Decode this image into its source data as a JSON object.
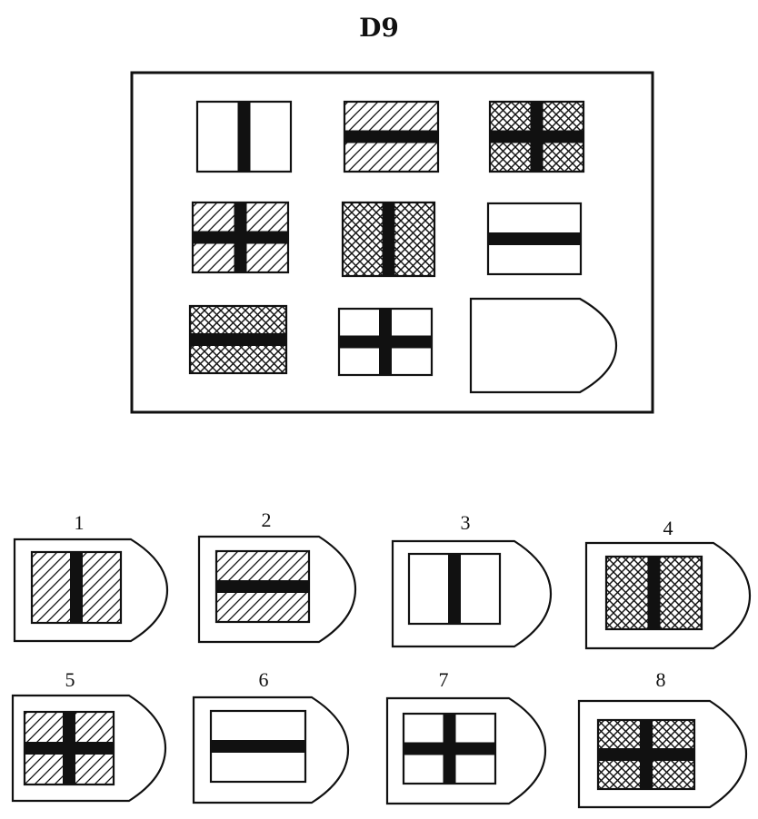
{
  "title": "D9",
  "matrix": {
    "cells": [
      {
        "pattern": "blank",
        "bar": "vertical"
      },
      {
        "pattern": "diagonal-hatch",
        "bar": "horizontal"
      },
      {
        "pattern": "crosshatch",
        "bar": "cross"
      },
      {
        "pattern": "diagonal-hatch",
        "bar": "cross"
      },
      {
        "pattern": "crosshatch",
        "bar": "vertical"
      },
      {
        "pattern": "blank",
        "bar": "horizontal"
      },
      {
        "pattern": "crosshatch",
        "bar": "horizontal"
      },
      {
        "pattern": "blank",
        "bar": "cross"
      },
      {
        "pattern": "empty-slot",
        "bar": "none"
      }
    ]
  },
  "options": [
    {
      "label": "1",
      "pattern": "diagonal-hatch",
      "bar": "vertical"
    },
    {
      "label": "2",
      "pattern": "diagonal-hatch",
      "bar": "horizontal"
    },
    {
      "label": "3",
      "pattern": "blank",
      "bar": "vertical"
    },
    {
      "label": "4",
      "pattern": "crosshatch",
      "bar": "vertical"
    },
    {
      "label": "5",
      "pattern": "diagonal-hatch",
      "bar": "cross"
    },
    {
      "label": "6",
      "pattern": "blank",
      "bar": "horizontal"
    },
    {
      "label": "7",
      "pattern": "blank",
      "bar": "cross"
    },
    {
      "label": "8",
      "pattern": "crosshatch",
      "bar": "cross"
    }
  ],
  "colors": {
    "ink": "#111111",
    "paper": "#ffffff"
  }
}
